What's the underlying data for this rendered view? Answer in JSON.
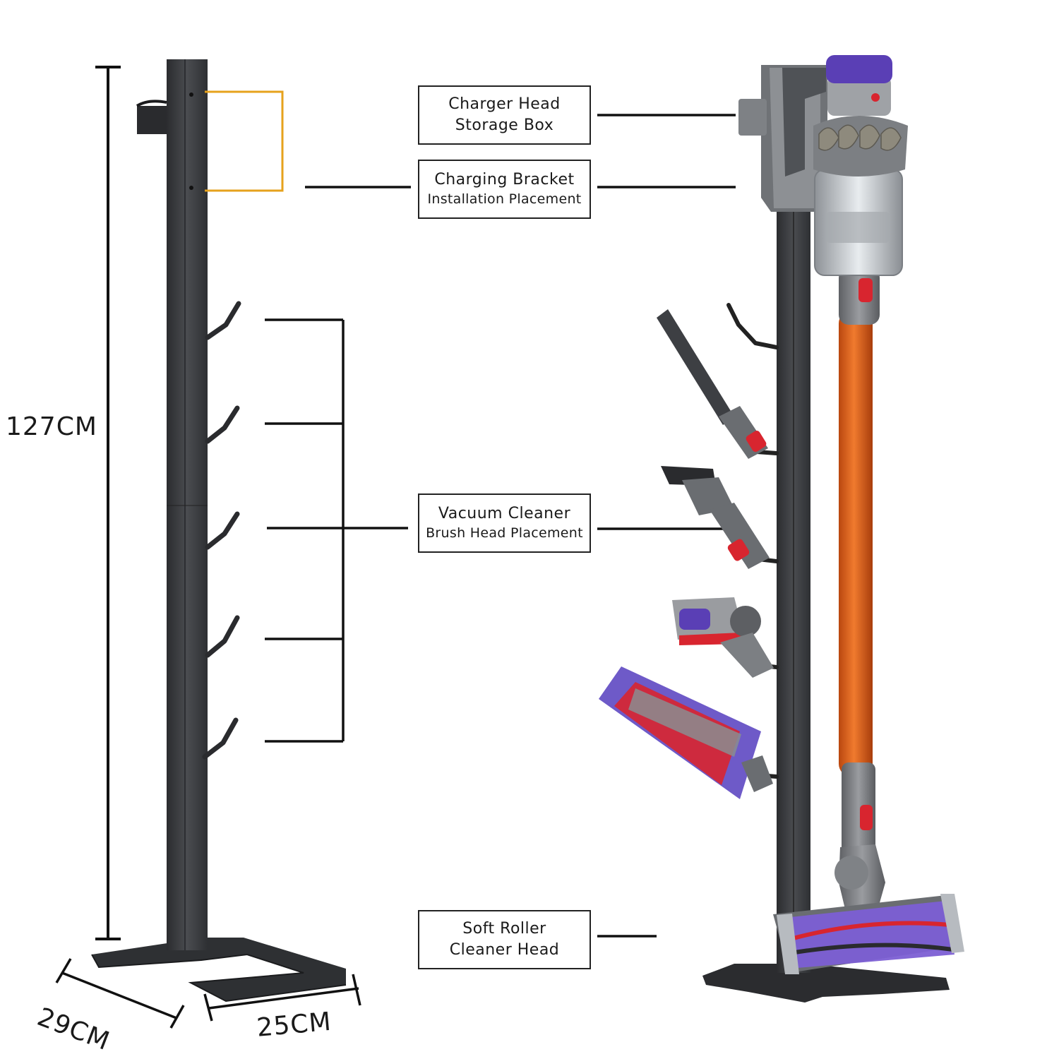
{
  "dimensions": {
    "height": "127CM",
    "depth": "29CM",
    "width": "25CM"
  },
  "callouts": {
    "charger_box": {
      "line1": "Charger Head",
      "line2": "Storage Box"
    },
    "charging_bracket": {
      "line1": "Charging Bracket",
      "line2": "Installation Placement"
    },
    "brush_head": {
      "line1": "Vacuum Cleaner",
      "line2": "Brush Head Placement"
    },
    "soft_roller": {
      "line1": "Soft Roller",
      "line2": "Cleaner Head"
    }
  },
  "colors": {
    "stand": "#3b3d40",
    "highlight_bracket": "#e6a21c",
    "vacuum_tube": "#e0631e",
    "vacuum_purple": "#5a3fb5",
    "vacuum_red": "#d8252f"
  }
}
